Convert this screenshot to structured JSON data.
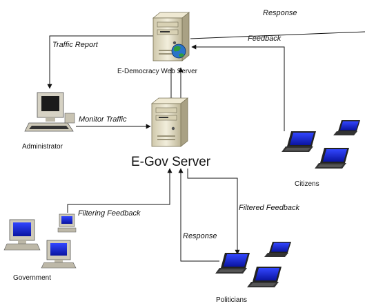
{
  "nodes": {
    "web_server": "E-Democracy Web Server",
    "egov_server": "E-Gov Server",
    "administrator": "Administrator",
    "citizens": "Citizens",
    "government": "Government",
    "politicians": "Politicians"
  },
  "edges": {
    "response_top": "Response",
    "feedback": "Feedback",
    "traffic_report": "Traffic Report",
    "monitor_traffic": "Monitor Traffic",
    "filtering_feedback": "Filtering Feedback",
    "filtered_feedback": "Filtered Feedback",
    "response_bottom": "Response"
  },
  "colors": {
    "screen_blue": "#1e2cd6",
    "server_beige": "#e8e2c8",
    "globe_green": "#2f9c3b",
    "line": "#111111"
  }
}
